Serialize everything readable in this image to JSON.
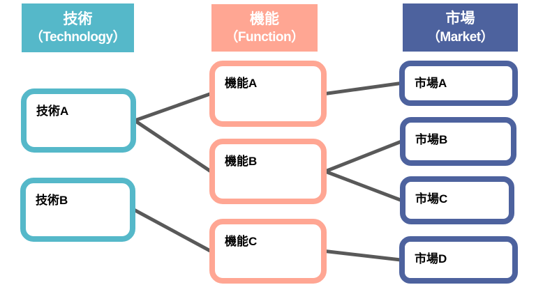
{
  "columns": {
    "technology": {
      "title_ja": "技術",
      "title_en": "（Technology）",
      "color": "#55B8C9"
    },
    "function": {
      "title_ja": "機能",
      "title_en": "（Function）",
      "color": "#FFA693"
    },
    "market": {
      "title_ja": "市場",
      "title_en": "（Market）",
      "color": "#4D629E"
    }
  },
  "nodes": {
    "techA": {
      "label": "技術A",
      "column": "technology"
    },
    "techB": {
      "label": "技術B",
      "column": "technology"
    },
    "funcA": {
      "label": "機能A",
      "column": "function"
    },
    "funcB": {
      "label": "機能B",
      "column": "function"
    },
    "funcC": {
      "label": "機能C",
      "column": "function"
    },
    "mktA": {
      "label": "市場A",
      "column": "market"
    },
    "mktB": {
      "label": "市場B",
      "column": "market"
    },
    "mktC": {
      "label": "市場C",
      "column": "market"
    },
    "mktD": {
      "label": "市場D",
      "column": "market"
    }
  },
  "edges": [
    {
      "from": "techA",
      "to": "funcA"
    },
    {
      "from": "techA",
      "to": "funcB"
    },
    {
      "from": "techB",
      "to": "funcC"
    },
    {
      "from": "funcA",
      "to": "mktA"
    },
    {
      "from": "funcB",
      "to": "mktB"
    },
    {
      "from": "funcB",
      "to": "mktC"
    },
    {
      "from": "funcC",
      "to": "mktD"
    }
  ],
  "edge_color": "#595959"
}
